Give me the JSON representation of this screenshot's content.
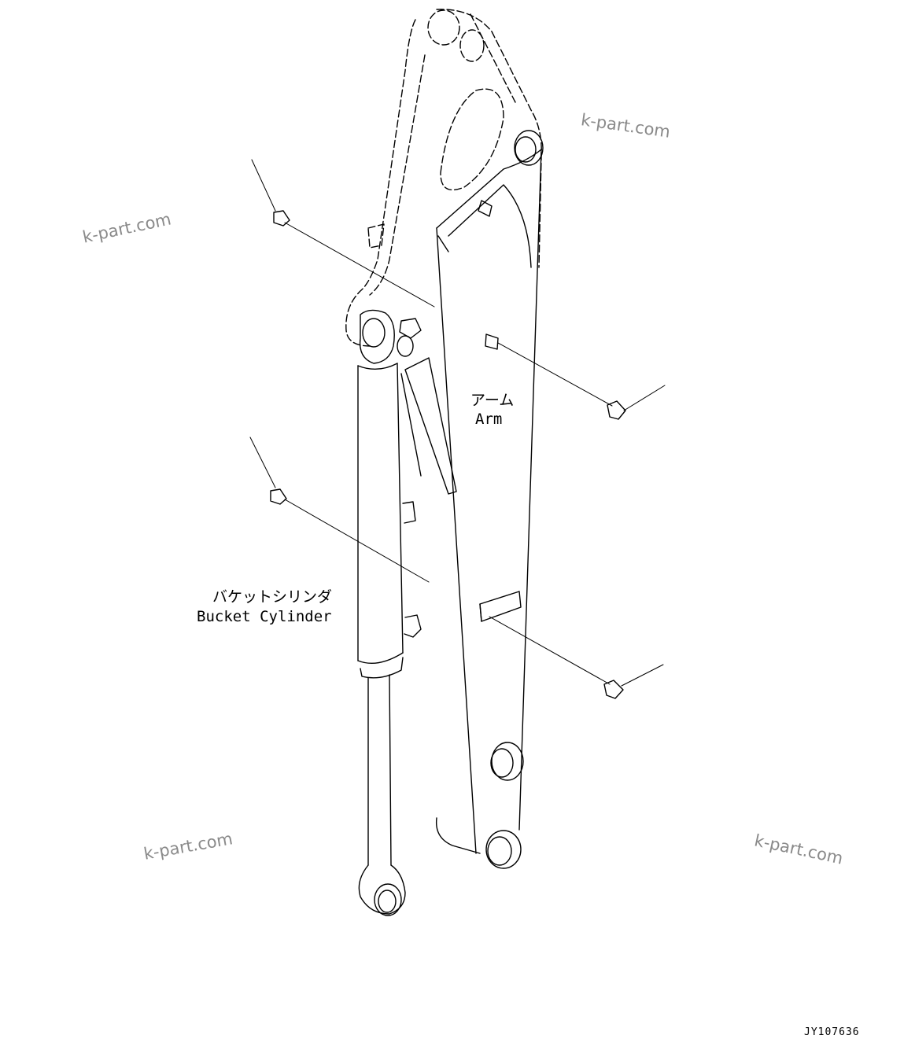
{
  "labels": {
    "arm_jp": "アーム",
    "arm_en": "Arm",
    "cylinder_jp": "バケットシリンダ",
    "cylinder_en": "Bucket Cylinder"
  },
  "drawing_code": "JY107636",
  "watermarks": [
    "k-part.com",
    "k-part.com",
    "k-part.com",
    "k-part.com"
  ],
  "colors": {
    "line": "#000000",
    "watermark": "#8a8a8a",
    "background": "#ffffff"
  }
}
